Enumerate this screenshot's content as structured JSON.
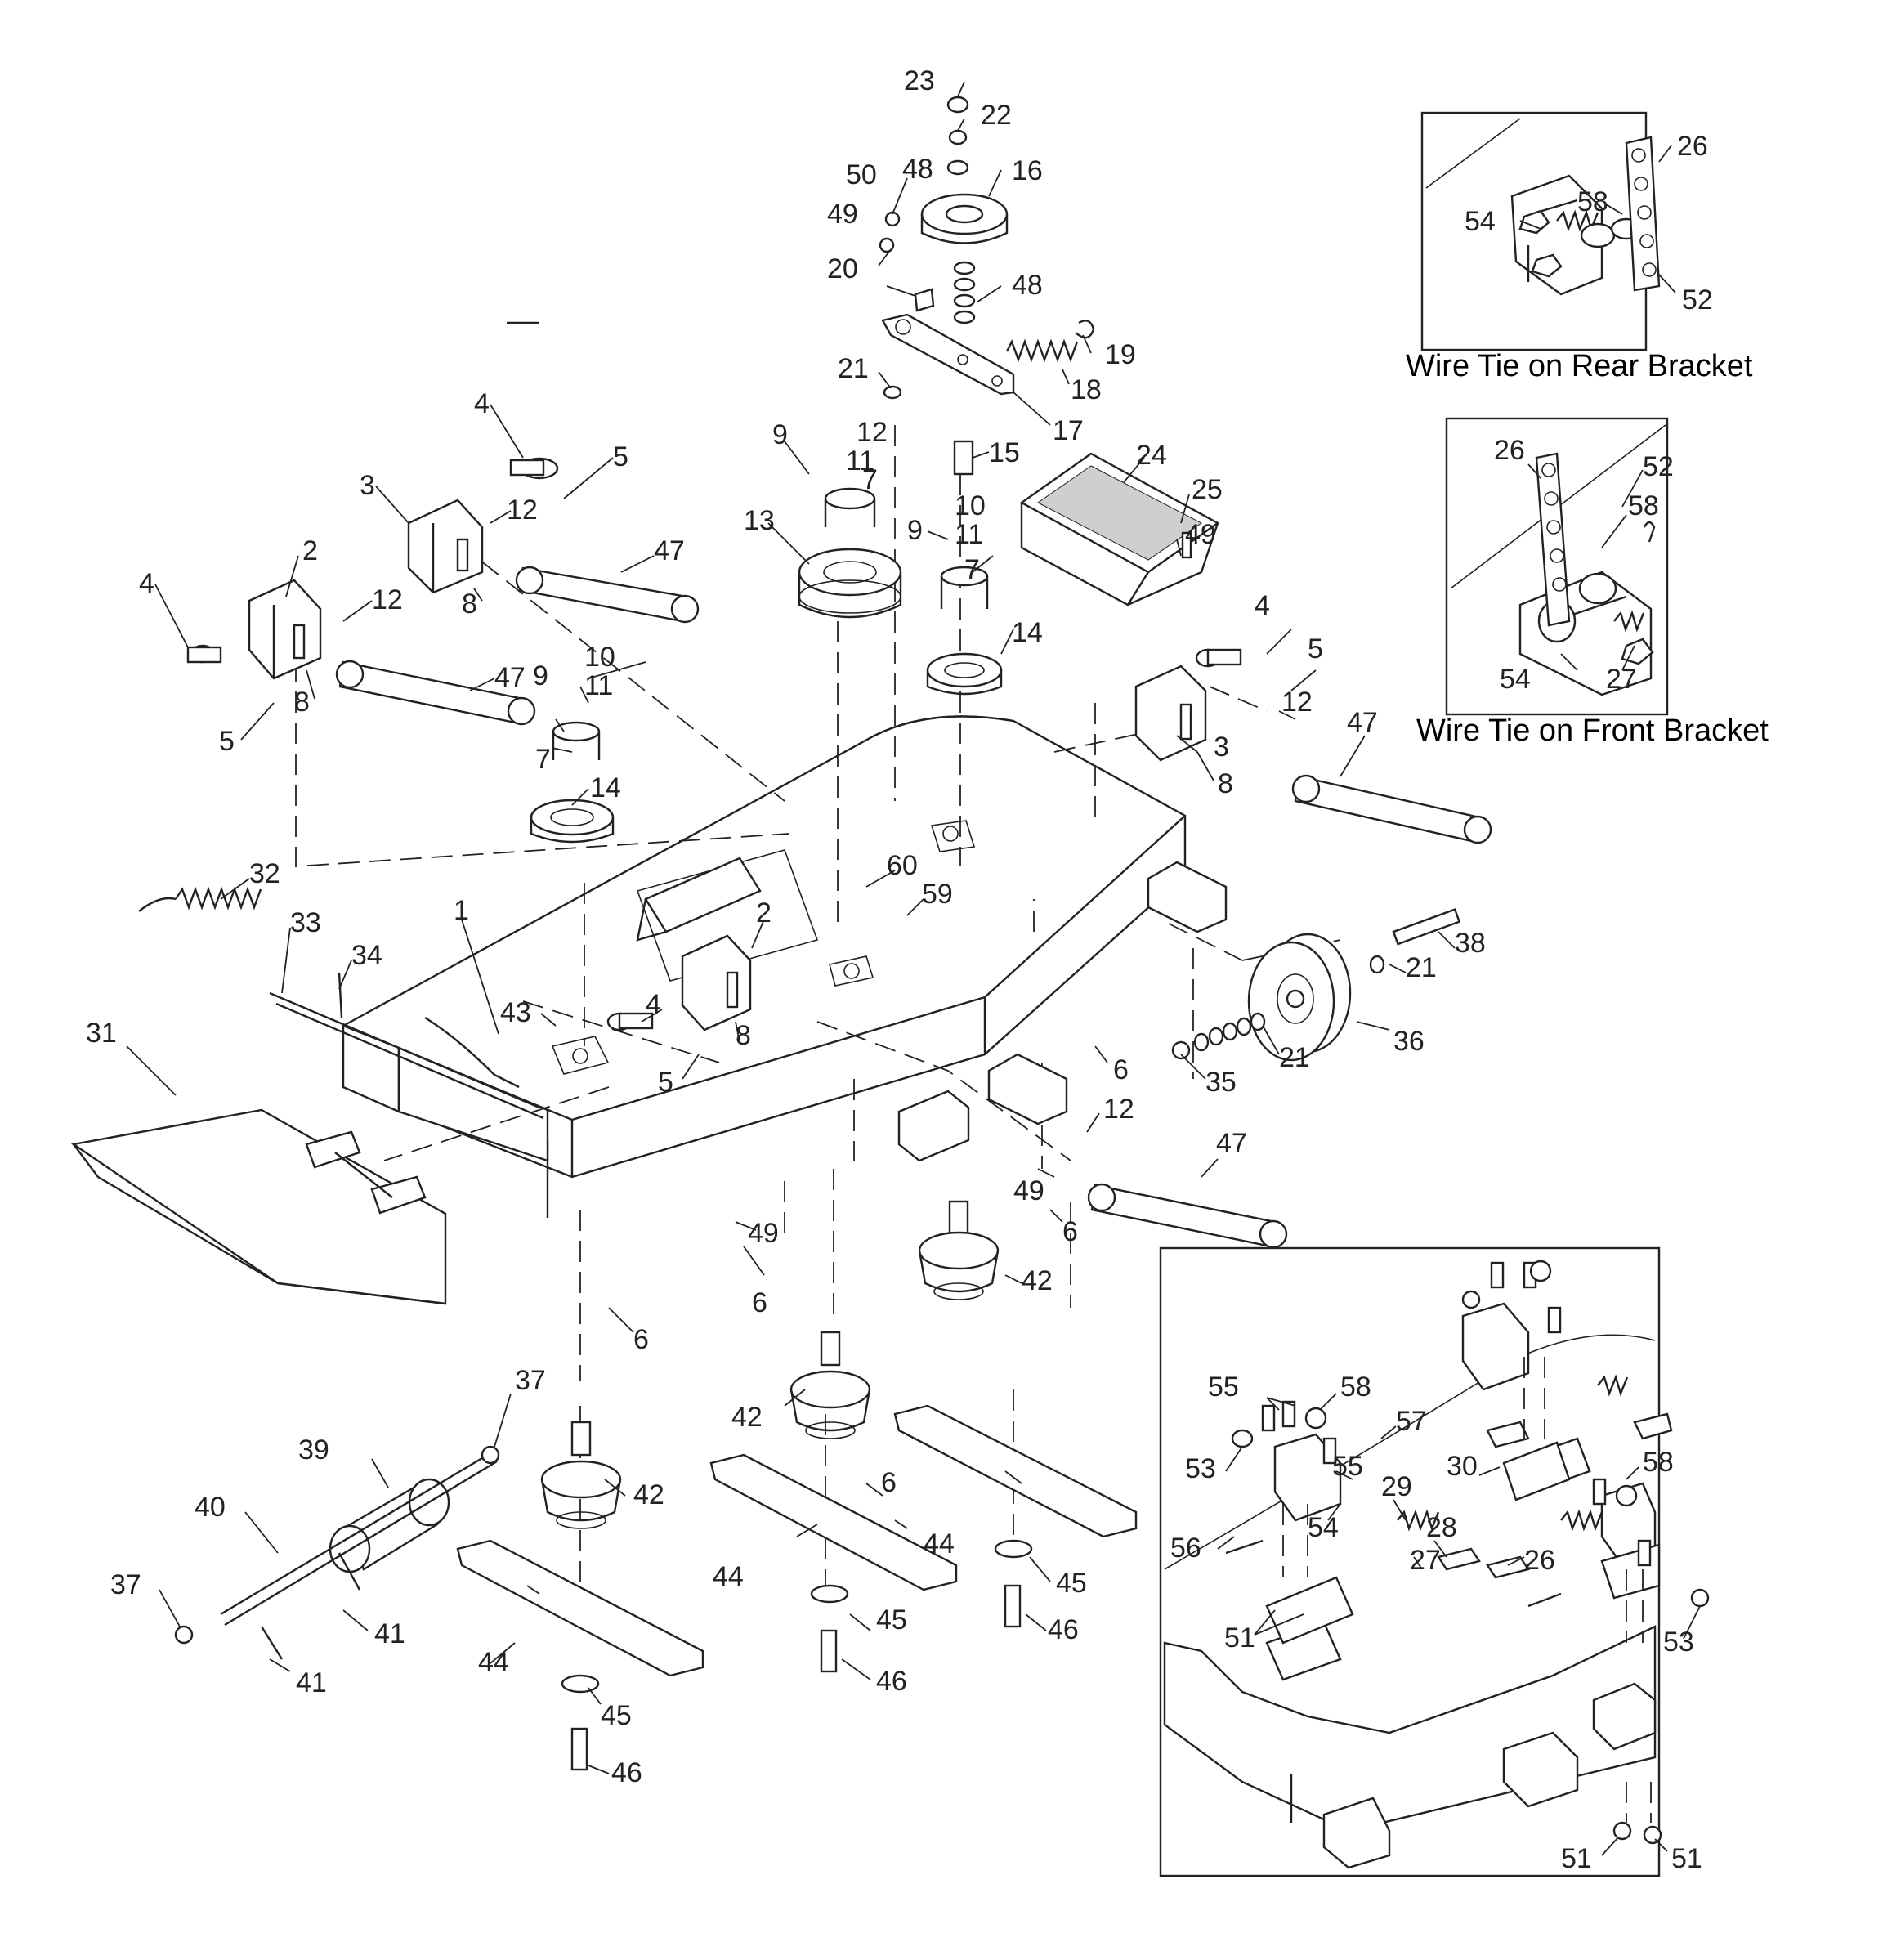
{
  "captions": {
    "rear_bracket": "Wire Tie on Rear Bracket",
    "front_bracket": "Wire Tie on Front Bracket"
  },
  "callouts": [
    {
      "id": "c23",
      "text": "23"
    },
    {
      "id": "c22",
      "text": "22"
    },
    {
      "id": "c48a",
      "text": "48"
    },
    {
      "id": "c50",
      "text": "50"
    },
    {
      "id": "c16",
      "text": "16"
    },
    {
      "id": "c49a",
      "text": "49"
    },
    {
      "id": "c20",
      "text": "20"
    },
    {
      "id": "c48b",
      "text": "48"
    },
    {
      "id": "c19",
      "text": "19"
    },
    {
      "id": "c21a",
      "text": "21"
    },
    {
      "id": "c18",
      "text": "18"
    },
    {
      "id": "c17",
      "text": "17"
    },
    {
      "id": "c15",
      "text": "15"
    },
    {
      "id": "c9a",
      "text": "9"
    },
    {
      "id": "c12a",
      "text": "12"
    },
    {
      "id": "c11a",
      "text": "11"
    },
    {
      "id": "c7a",
      "text": "7"
    },
    {
      "id": "c13",
      "text": "13"
    },
    {
      "id": "c24",
      "text": "24"
    },
    {
      "id": "c25",
      "text": "25"
    },
    {
      "id": "c49b",
      "text": "49"
    },
    {
      "id": "c9b",
      "text": "9"
    },
    {
      "id": "c10a",
      "text": "10"
    },
    {
      "id": "c11b",
      "text": "11"
    },
    {
      "id": "c7b",
      "text": "7"
    },
    {
      "id": "c14a",
      "text": "14"
    },
    {
      "id": "c4a",
      "text": "4"
    },
    {
      "id": "c5a",
      "text": "5"
    },
    {
      "id": "c3a",
      "text": "3"
    },
    {
      "id": "c12b",
      "text": "12"
    },
    {
      "id": "c47a",
      "text": "47"
    },
    {
      "id": "c8a",
      "text": "8"
    },
    {
      "id": "c2a",
      "text": "2"
    },
    {
      "id": "c4b",
      "text": "4"
    },
    {
      "id": "c12c",
      "text": "12"
    },
    {
      "id": "c47b",
      "text": "47"
    },
    {
      "id": "c8b",
      "text": "8"
    },
    {
      "id": "c5b",
      "text": "5"
    },
    {
      "id": "c9c",
      "text": "9"
    },
    {
      "id": "c10b",
      "text": "10"
    },
    {
      "id": "c11c",
      "text": "11"
    },
    {
      "id": "c7c",
      "text": "7"
    },
    {
      "id": "c14b",
      "text": "14"
    },
    {
      "id": "c4c",
      "text": "4"
    },
    {
      "id": "c5c",
      "text": "5"
    },
    {
      "id": "c12d",
      "text": "12"
    },
    {
      "id": "c47c",
      "text": "47"
    },
    {
      "id": "c3b",
      "text": "3"
    },
    {
      "id": "c8c",
      "text": "8"
    },
    {
      "id": "c32",
      "text": "32"
    },
    {
      "id": "c33",
      "text": "33"
    },
    {
      "id": "c34",
      "text": "34"
    },
    {
      "id": "c1",
      "text": "1"
    },
    {
      "id": "c43",
      "text": "43"
    },
    {
      "id": "c60",
      "text": "60"
    },
    {
      "id": "c59",
      "text": "59"
    },
    {
      "id": "c2b",
      "text": "2"
    },
    {
      "id": "c4d",
      "text": "4"
    },
    {
      "id": "c8d",
      "text": "8"
    },
    {
      "id": "c5d",
      "text": "5"
    },
    {
      "id": "c38",
      "text": "38"
    },
    {
      "id": "c21b",
      "text": "21"
    },
    {
      "id": "c36",
      "text": "36"
    },
    {
      "id": "c21c",
      "text": "21"
    },
    {
      "id": "c35",
      "text": "35"
    },
    {
      "id": "c6a",
      "text": "6"
    },
    {
      "id": "c31",
      "text": "31"
    },
    {
      "id": "c12e",
      "text": "12"
    },
    {
      "id": "c47d",
      "text": "47"
    },
    {
      "id": "c49c",
      "text": "49"
    },
    {
      "id": "c6b",
      "text": "6"
    },
    {
      "id": "c49d",
      "text": "49"
    },
    {
      "id": "c6c",
      "text": "6"
    },
    {
      "id": "c42a",
      "text": "42"
    },
    {
      "id": "c6d",
      "text": "6"
    },
    {
      "id": "c37a",
      "text": "37"
    },
    {
      "id": "c39",
      "text": "39"
    },
    {
      "id": "c42b",
      "text": "42"
    },
    {
      "id": "c42c",
      "text": "42"
    },
    {
      "id": "c6e",
      "text": "6"
    },
    {
      "id": "c40",
      "text": "40"
    },
    {
      "id": "c44a",
      "text": "44"
    },
    {
      "id": "c45a",
      "text": "45"
    },
    {
      "id": "c37b",
      "text": "37"
    },
    {
      "id": "c41a",
      "text": "41"
    },
    {
      "id": "c41b",
      "text": "41"
    },
    {
      "id": "c44b",
      "text": "44"
    },
    {
      "id": "c45b",
      "text": "45"
    },
    {
      "id": "c46a",
      "text": "46"
    },
    {
      "id": "c44c",
      "text": "44"
    },
    {
      "id": "c46b",
      "text": "46"
    },
    {
      "id": "c45c",
      "text": "45"
    },
    {
      "id": "c46c",
      "text": "46"
    },
    {
      "id": "c26a",
      "text": "26"
    },
    {
      "id": "c58a",
      "text": "58"
    },
    {
      "id": "c54a",
      "text": "54"
    },
    {
      "id": "c52a",
      "text": "52"
    },
    {
      "id": "c26b",
      "text": "26"
    },
    {
      "id": "c52b",
      "text": "52"
    },
    {
      "id": "c58b",
      "text": "58"
    },
    {
      "id": "c54b",
      "text": "54"
    },
    {
      "id": "c27a",
      "text": "27"
    },
    {
      "id": "c55a",
      "text": "55"
    },
    {
      "id": "c58c",
      "text": "58"
    },
    {
      "id": "c53a",
      "text": "53"
    },
    {
      "id": "c57",
      "text": "57"
    },
    {
      "id": "c55b",
      "text": "55"
    },
    {
      "id": "c30",
      "text": "30"
    },
    {
      "id": "c29",
      "text": "29"
    },
    {
      "id": "c58d",
      "text": "58"
    },
    {
      "id": "c54c",
      "text": "54"
    },
    {
      "id": "c28",
      "text": "28"
    },
    {
      "id": "c27b",
      "text": "27"
    },
    {
      "id": "c56",
      "text": "56"
    },
    {
      "id": "c26c",
      "text": "26"
    },
    {
      "id": "c51a",
      "text": "51"
    },
    {
      "id": "c53b",
      "text": "53"
    },
    {
      "id": "c51b",
      "text": "51"
    },
    {
      "id": "c51c",
      "text": "51"
    }
  ]
}
